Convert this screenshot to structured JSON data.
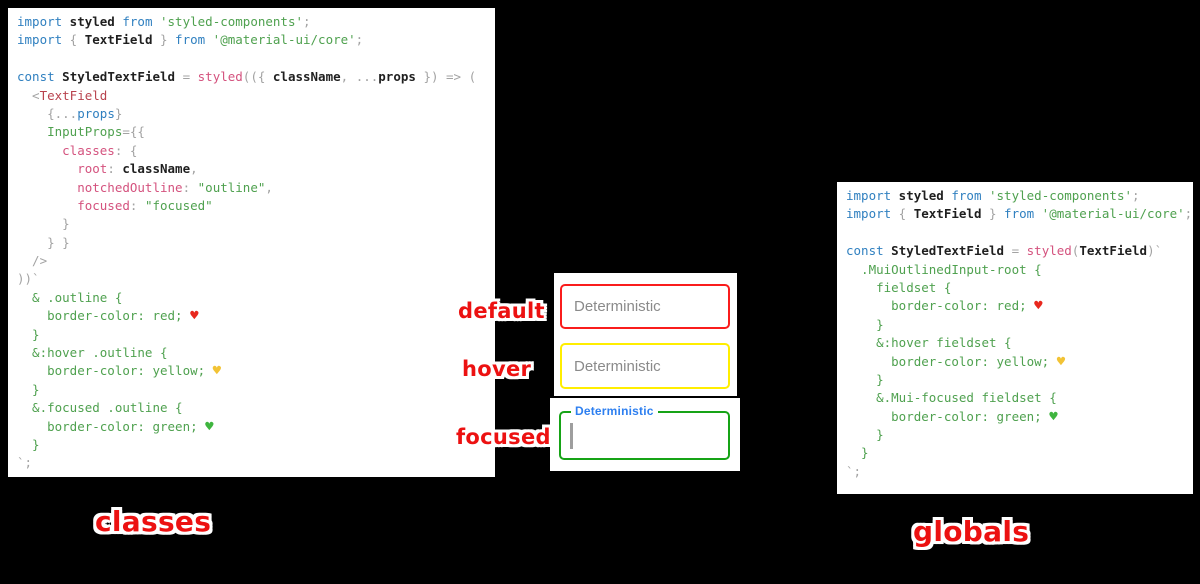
{
  "figure": {
    "background": "#000000"
  },
  "syntax_colors": {
    "kw": "#3080c0",
    "blk": "#1f1f1f",
    "pink": "#d4527e",
    "tag": "#b8434e",
    "str": "#4fa14f",
    "grn": "#4fa14f",
    "pun": "#a3a3a3",
    "heart-red": "#e8281e",
    "heart-yellow": "#f2c335",
    "heart-green": "#3fb53f"
  },
  "icons": {
    "heart_red": {
      "name": "red-heart-icon",
      "glyph": "♥",
      "color": "#e8281e"
    },
    "heart_yellow": {
      "name": "yellow-heart-icon",
      "glyph": "♥",
      "color": "#f2c335"
    },
    "heart_green": {
      "name": "green-heart-icon",
      "glyph": "♥",
      "color": "#3fb53f"
    }
  },
  "labels": {
    "color": "#ec1111",
    "default": "default",
    "hover": "hover",
    "focused": "focused",
    "classes": "classes",
    "globals": "globals"
  },
  "textfields": {
    "default": {
      "placeholder": "Deterministic",
      "border": "#fa1c1c"
    },
    "hover": {
      "placeholder": "Deterministic",
      "border": "#ffee00"
    },
    "focused": {
      "label": "Deterministic",
      "border": "#16a316",
      "label_color": "#2d7ff0",
      "value": ""
    }
  },
  "code_left": {
    "lines": [
      [
        [
          "kw",
          "import"
        ],
        [
          "blk",
          " styled "
        ],
        [
          "kw",
          "from"
        ],
        [
          "str",
          " 'styled-components'"
        ],
        [
          "pun",
          ";"
        ]
      ],
      [
        [
          "kw",
          "import"
        ],
        [
          "pun",
          " { "
        ],
        [
          "blk",
          "TextField"
        ],
        [
          "pun",
          " } "
        ],
        [
          "kw",
          "from"
        ],
        [
          "str",
          " '@material-ui/core'"
        ],
        [
          "pun",
          ";"
        ]
      ],
      [],
      [
        [
          "kw",
          "const"
        ],
        [
          "blk",
          " StyledTextField "
        ],
        [
          "pun",
          "= "
        ],
        [
          "pink",
          "styled"
        ],
        [
          "pun",
          "(({ "
        ],
        [
          "blk",
          "className"
        ],
        [
          "pun",
          ", ..."
        ],
        [
          "blk",
          "props"
        ],
        [
          "pun",
          " }) => ("
        ]
      ],
      [
        [
          "pun",
          "  <"
        ],
        [
          "tag",
          "TextField"
        ]
      ],
      [
        [
          "pun",
          "    {..."
        ],
        [
          "kw",
          "props"
        ],
        [
          "pun",
          "}"
        ]
      ],
      [
        [
          "grn",
          "    InputProps"
        ],
        [
          "pun",
          "={{"
        ]
      ],
      [
        [
          "pink",
          "      classes"
        ],
        [
          "pun",
          ": {"
        ]
      ],
      [
        [
          "pink",
          "        root"
        ],
        [
          "pun",
          ": "
        ],
        [
          "blk",
          "className"
        ],
        [
          "pun",
          ","
        ]
      ],
      [
        [
          "pink",
          "        notchedOutline"
        ],
        [
          "pun",
          ": "
        ],
        [
          "str",
          "\"outline\""
        ],
        [
          "pun",
          ","
        ]
      ],
      [
        [
          "pink",
          "        focused"
        ],
        [
          "pun",
          ": "
        ],
        [
          "str",
          "\"focused\""
        ]
      ],
      [
        [
          "pun",
          "      }"
        ]
      ],
      [
        [
          "pun",
          "    } }"
        ]
      ],
      [
        [
          "pun",
          "  />"
        ]
      ],
      [
        [
          "pun",
          "))`"
        ]
      ],
      [
        [
          "grn",
          "  & .outline {"
        ]
      ],
      [
        [
          "grn",
          "    border-color: red; "
        ],
        [
          "hr",
          "♥"
        ]
      ],
      [
        [
          "grn",
          "  }"
        ]
      ],
      [
        [
          "grn",
          "  &:hover .outline {"
        ]
      ],
      [
        [
          "grn",
          "    border-color: yellow; "
        ],
        [
          "hy",
          "♥"
        ]
      ],
      [
        [
          "grn",
          "  }"
        ]
      ],
      [
        [
          "grn",
          "  &.focused .outline {"
        ]
      ],
      [
        [
          "grn",
          "    border-color: green; "
        ],
        [
          "hg",
          "♥"
        ]
      ],
      [
        [
          "grn",
          "  }"
        ]
      ],
      [
        [
          "pun",
          "`;"
        ]
      ]
    ]
  },
  "code_right": {
    "lines": [
      [
        [
          "kw",
          "import"
        ],
        [
          "blk",
          " styled "
        ],
        [
          "kw",
          "from"
        ],
        [
          "str",
          " 'styled-components'"
        ],
        [
          "pun",
          ";"
        ]
      ],
      [
        [
          "kw",
          "import"
        ],
        [
          "pun",
          " { "
        ],
        [
          "blk",
          "TextField"
        ],
        [
          "pun",
          " } "
        ],
        [
          "kw",
          "from"
        ],
        [
          "str",
          " '@material-ui/core'"
        ],
        [
          "pun",
          ";"
        ]
      ],
      [],
      [
        [
          "kw",
          "const"
        ],
        [
          "blk",
          " StyledTextField "
        ],
        [
          "pun",
          "= "
        ],
        [
          "pink",
          "styled"
        ],
        [
          "pun",
          "("
        ],
        [
          "blk",
          "TextField"
        ],
        [
          "pun",
          ")`"
        ]
      ],
      [
        [
          "grn",
          "  .MuiOutlinedInput-root {"
        ]
      ],
      [
        [
          "grn",
          "    fieldset {"
        ]
      ],
      [
        [
          "grn",
          "      border-color: red; "
        ],
        [
          "hr",
          "♥"
        ]
      ],
      [
        [
          "grn",
          "    }"
        ]
      ],
      [
        [
          "grn",
          "    &:hover fieldset {"
        ]
      ],
      [
        [
          "grn",
          "      border-color: yellow; "
        ],
        [
          "hy",
          "♥"
        ]
      ],
      [
        [
          "grn",
          "    }"
        ]
      ],
      [
        [
          "grn",
          "    &.Mui-focused fieldset {"
        ]
      ],
      [
        [
          "grn",
          "      border-color: green; "
        ],
        [
          "hg",
          "♥"
        ]
      ],
      [
        [
          "grn",
          "    }"
        ]
      ],
      [
        [
          "grn",
          "  }"
        ]
      ],
      [
        [
          "pun",
          "`;"
        ]
      ]
    ]
  }
}
